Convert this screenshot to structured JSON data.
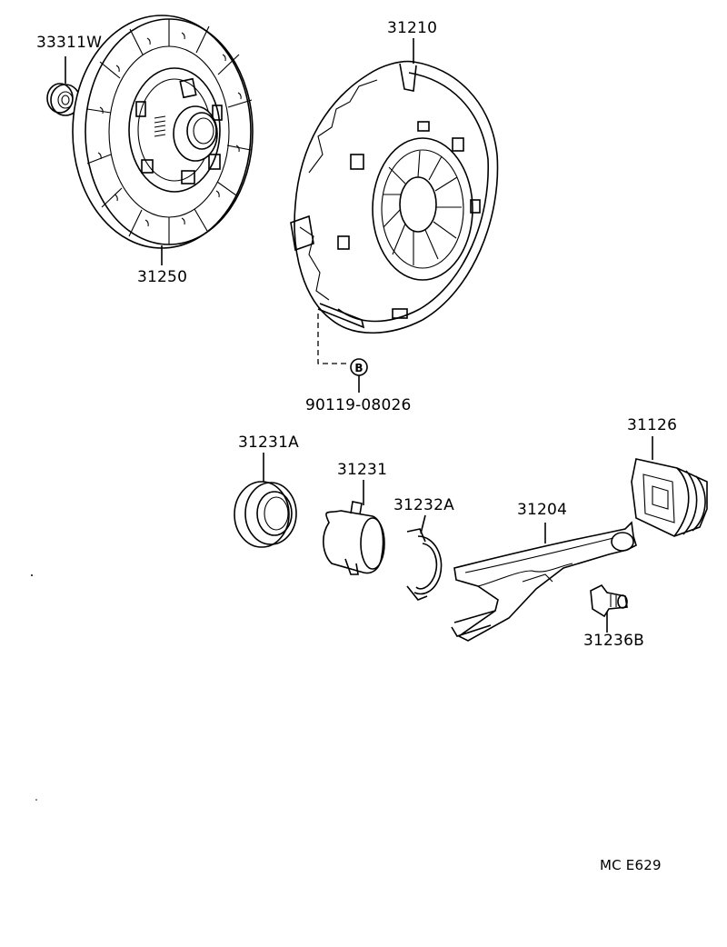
{
  "parts": {
    "p33311W": "33311W",
    "p31250": "31250",
    "p31210": "31210",
    "p90119": "90119-08026",
    "bolt_symbol": "B",
    "p31231A": "31231A",
    "p31231": "31231",
    "p31232A": "31232A",
    "p31204": "31204",
    "p31126": "31126",
    "p31236B": "31236B"
  },
  "footer": {
    "code": "MC E629"
  }
}
